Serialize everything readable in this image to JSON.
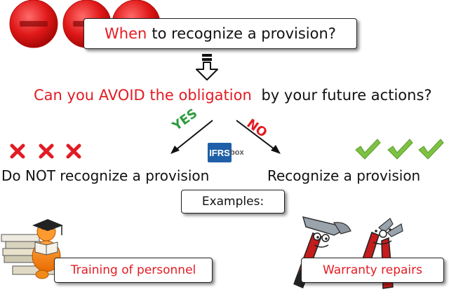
{
  "title": {
    "part1": "When",
    "part2": "to recognize a provision?"
  },
  "question": {
    "part1": "Can you AVOID the obligation",
    "part2": "by your future actions?"
  },
  "branches": {
    "yes": "YES",
    "no": "NO"
  },
  "logo": {
    "main": "IFRS",
    "sub": "box"
  },
  "outcomes": {
    "left": "Do NOT recognize a provision",
    "right": "Recognize a provision"
  },
  "examples_label": "Examples:",
  "examples": {
    "left": "Training of personnel",
    "right": "Warranty repairs"
  },
  "colors": {
    "accent_red": "#e31b23",
    "check_green": "#7dc242",
    "yes_green": "#2e9b3e",
    "logo_blue": "#1f5fa8"
  },
  "icons": {
    "top_left": "stop-button-icons",
    "left_marks": "red-cross-icons",
    "right_marks": "green-check-icons",
    "down_arrow": "hollow-down-arrow-icon",
    "left_figure": "graduate-reading-books-figure",
    "right_figure": "hammer-and-pliers-tools-figure"
  }
}
